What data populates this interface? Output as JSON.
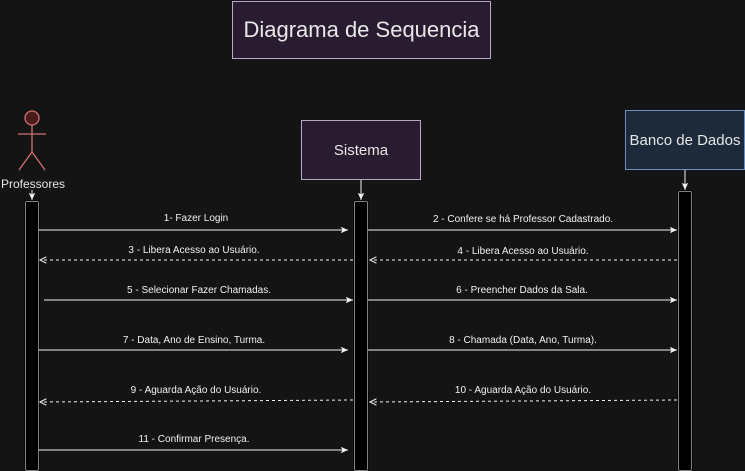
{
  "title": "Diagrama de Sequencia",
  "participants": {
    "actor": "Professores",
    "system": "Sistema",
    "database": "Banco de Dados"
  },
  "messages": [
    {
      "label": "1- Fazer Login",
      "from": "actor",
      "to": "system",
      "style": "solid"
    },
    {
      "label": "2 - Confere se há Professor Cadastrado.",
      "from": "system",
      "to": "database",
      "style": "solid"
    },
    {
      "label": "3 - Libera Acesso ao Usuário.",
      "from": "system",
      "to": "actor",
      "style": "dashed"
    },
    {
      "label": "4 - Libera Acesso ao Usuário.",
      "from": "database",
      "to": "system",
      "style": "dashed"
    },
    {
      "label": "5 - Selecionar Fazer Chamadas.",
      "from": "actor",
      "to": "system",
      "style": "solid"
    },
    {
      "label": "6 - Preencher Dados da Sala.",
      "from": "system",
      "to": "database",
      "style": "solid"
    },
    {
      "label": "7 - Data, Ano de Ensino, Turma.",
      "from": "actor",
      "to": "system",
      "style": "solid"
    },
    {
      "label": "8 - Chamada (Data, Ano, Turma).",
      "from": "system",
      "to": "database",
      "style": "solid"
    },
    {
      "label": "9 - Aguarda Ação do Usuário.",
      "from": "system",
      "to": "actor",
      "style": "dashed"
    },
    {
      "label": "10 - Aguarda Ação do Usuário.",
      "from": "database",
      "to": "system",
      "style": "dashed"
    },
    {
      "label": "11 - Confirmar Presença.",
      "from": "actor",
      "to": "system",
      "style": "solid"
    }
  ],
  "colors": {
    "background": "#141414",
    "actor_stroke": "#d07070",
    "system_fill": "#2a1c30",
    "database_fill": "#1c2a3a",
    "database_stroke": "#6c8ebf",
    "line": "#f0f0f0"
  }
}
